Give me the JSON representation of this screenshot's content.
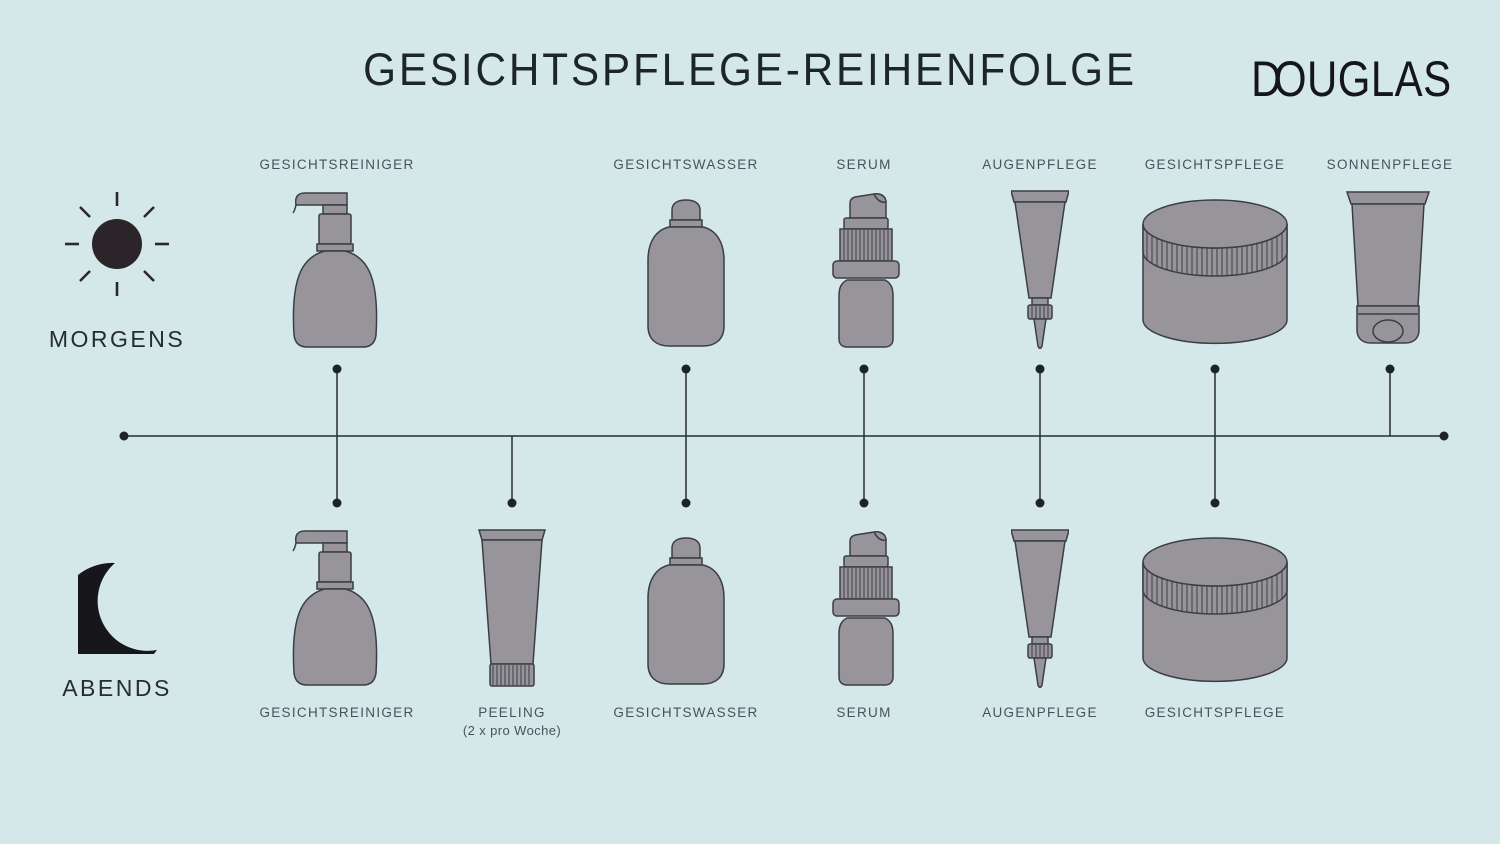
{
  "header": {
    "title": "GESICHTSPFLEGE-REIHENFOLGE",
    "brand": "DOUGLAS"
  },
  "periods": {
    "morgens": {
      "label": "MORGENS",
      "icon": "sun-icon"
    },
    "abends": {
      "label": "ABENDS",
      "icon": "moon-icon"
    }
  },
  "morning_products": [
    {
      "label": "GESICHTSREINIGER",
      "type": "pump-bottle"
    },
    {
      "label": "GESICHTSWASSER",
      "type": "toner-bottle"
    },
    {
      "label": "SERUM",
      "type": "serum-pump-bottle"
    },
    {
      "label": "AUGENPFLEGE",
      "type": "eye-cream-tube"
    },
    {
      "label": "GESICHTSPFLEGE",
      "type": "cream-jar"
    },
    {
      "label": "SONNENPFLEGE",
      "type": "sunscreen-tube"
    }
  ],
  "evening_products": [
    {
      "label": "GESICHTSREINIGER",
      "type": "pump-bottle"
    },
    {
      "label": "PEELING",
      "sublabel": "(2 x pro Woche)",
      "type": "peeling-tube"
    },
    {
      "label": "GESICHTSWASSER",
      "type": "toner-bottle"
    },
    {
      "label": "SERUM",
      "type": "serum-pump-bottle"
    },
    {
      "label": "AUGENPFLEGE",
      "type": "eye-cream-tube"
    },
    {
      "label": "GESICHTSPFLEGE",
      "type": "cream-jar"
    }
  ],
  "colors": {
    "background": "#d5e8e9",
    "product_fill": "#97949a",
    "product_stroke": "#3b3e44",
    "label_color": "#48525a",
    "period_color": "#262c31",
    "title_color": "#1d242a",
    "line_color": "#23282d",
    "icon_color": "#211c20"
  }
}
